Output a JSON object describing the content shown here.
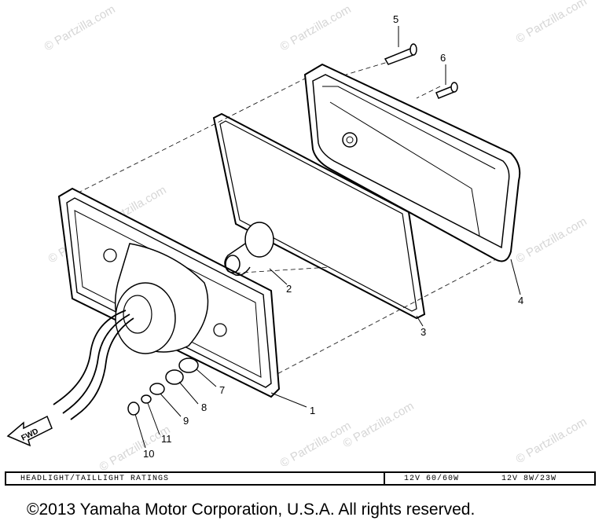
{
  "watermark": "© Partzilla.com",
  "callouts": [
    "1",
    "2",
    "3",
    "4",
    "5",
    "6",
    "7",
    "8",
    "9",
    "11",
    "10"
  ],
  "direction_label": "FWD",
  "ratings": {
    "label": "HEADLIGHT/TAILLIGHT RATINGS",
    "headlight": "12V 60/60W",
    "taillight": "12V 8W/23W"
  },
  "copyright": "©2013  Yamaha Motor Corporation, U.S.A. All rights reserved."
}
